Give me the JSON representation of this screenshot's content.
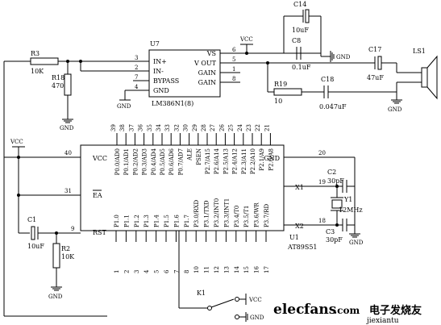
{
  "u7": {
    "ref": "U7",
    "part": "LM386N1(8)",
    "left_pins": [
      {
        "num": "3",
        "name": "IN+"
      },
      {
        "num": "2",
        "name": "IN-"
      },
      {
        "num": "7",
        "name": "BYPASS"
      },
      {
        "num": "4",
        "name": "GND"
      }
    ],
    "right_pins": [
      {
        "num": "6",
        "name": "VS"
      },
      {
        "num": "5",
        "name": "V OUT"
      },
      {
        "num": "1",
        "name": "GAIN"
      },
      {
        "num": "8",
        "name": "GAIN"
      }
    ]
  },
  "u1": {
    "ref": "U1",
    "part": "AT89S51",
    "left_pins": [
      {
        "num": "40",
        "name": "VCC"
      },
      {
        "num": "31",
        "name": "EA"
      },
      {
        "num": "9",
        "name": "RST"
      }
    ],
    "right_pins": [
      {
        "num": "20",
        "name": "GND"
      },
      {
        "num": "19",
        "name": "X1"
      },
      {
        "num": "18",
        "name": "X2"
      }
    ],
    "top_pins": [
      {
        "num": "39",
        "name": "P0.0/AD0"
      },
      {
        "num": "38",
        "name": "P0.1/AD1"
      },
      {
        "num": "37",
        "name": "P0.2/AD2"
      },
      {
        "num": "36",
        "name": "P0.3/AD3"
      },
      {
        "num": "35",
        "name": "P0.4/AD4"
      },
      {
        "num": "34",
        "name": "P0.5/AD5"
      },
      {
        "num": "33",
        "name": "P0.6/AD6"
      },
      {
        "num": "32",
        "name": "P0.7/AD7"
      },
      {
        "num": "30",
        "name": "ALE"
      },
      {
        "num": "29",
        "name": "PSEN"
      },
      {
        "num": "28",
        "name": "P2.7/A15"
      },
      {
        "num": "27",
        "name": "P2.6/A14"
      },
      {
        "num": "26",
        "name": "P2.5/A13"
      },
      {
        "num": "25",
        "name": "P2.4/A12"
      },
      {
        "num": "24",
        "name": "P2.3/A11"
      },
      {
        "num": "23",
        "name": "P2.2/A10"
      },
      {
        "num": "22",
        "name": "P2.1/A9"
      },
      {
        "num": "21",
        "name": "P2.0/A8"
      }
    ],
    "bottom_pins": [
      {
        "num": "1",
        "name": "P1.0"
      },
      {
        "num": "2",
        "name": "P1.1"
      },
      {
        "num": "3",
        "name": "P1.2"
      },
      {
        "num": "4",
        "name": "P1.3"
      },
      {
        "num": "5",
        "name": "P1.4"
      },
      {
        "num": "6",
        "name": "P1.5"
      },
      {
        "num": "7",
        "name": "P1.6"
      },
      {
        "num": "8",
        "name": "P1.7"
      },
      {
        "num": "10",
        "name": "P3.0/RXD"
      },
      {
        "num": "11",
        "name": "P3.1/TXD"
      },
      {
        "num": "12",
        "name": "P3.2/INT0"
      },
      {
        "num": "13",
        "name": "P3.3/INT1"
      },
      {
        "num": "14",
        "name": "P3.4/T0"
      },
      {
        "num": "15",
        "name": "P3.5/T1"
      },
      {
        "num": "16",
        "name": "P3.6/WR"
      },
      {
        "num": "17",
        "name": "P3.7/RD"
      }
    ]
  },
  "components": {
    "r3": {
      "ref": "R3",
      "value": "10K"
    },
    "r18": {
      "ref": "R18",
      "value": "470"
    },
    "r19": {
      "ref": "R19",
      "value": "10"
    },
    "r2": {
      "ref": "R2",
      "value": "10K"
    },
    "c14": {
      "ref": "C14",
      "value": "10uF"
    },
    "c8": {
      "ref": "C8",
      "value": "0.1uF"
    },
    "c17": {
      "ref": "C17",
      "value": "47uF"
    },
    "c18": {
      "ref": "C18",
      "value": "0.047uF"
    },
    "c1": {
      "ref": "C1",
      "value": "10uF"
    },
    "c2": {
      "ref": "C2",
      "value": "30pF"
    },
    "c3": {
      "ref": "C3",
      "value": "30pF"
    },
    "y1": {
      "ref": "Y1",
      "value": "12MHz"
    },
    "ls1": {
      "ref": "LS1"
    },
    "k1": {
      "ref": "K1"
    }
  },
  "nets": {
    "vcc": "VCC",
    "gnd": "GND"
  },
  "watermark": {
    "brand_prefix": "elec",
    "brand_suffix": "fans",
    "brand_tld": ".com",
    "chinese": "电子发烧友",
    "url": "jiexiantu"
  }
}
